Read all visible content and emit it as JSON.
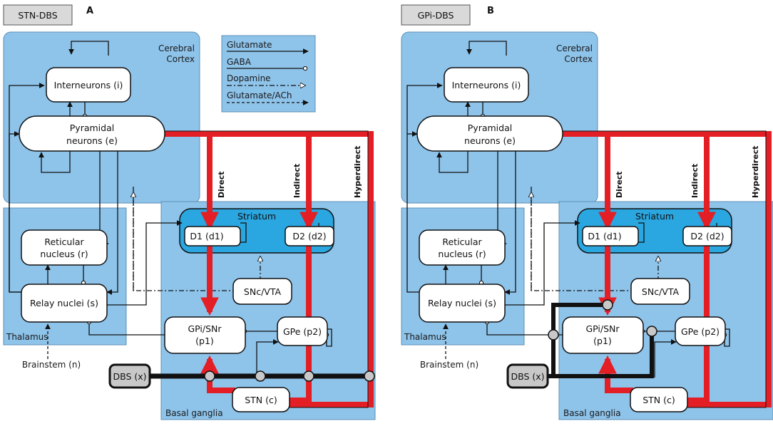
{
  "legend": {
    "glutamate": "Glutamate",
    "gaba": "GABA",
    "dopamine": "Dopamine",
    "glut_ach": "Glutamate/ACh"
  },
  "panels": [
    {
      "letter": "A",
      "title": "STN-DBS",
      "regions": {
        "cortex": [
          "Cerebral",
          "Cortex"
        ],
        "thalamus": "Thalamus",
        "basal_ganglia": "Basal ganglia",
        "striatum": "Striatum"
      },
      "nodes": {
        "interneurons": "Interneurons (i)",
        "pyramidal": [
          "Pyramidal",
          "neurons (e)"
        ],
        "reticular": [
          "Reticular",
          "nucleus (r)"
        ],
        "relay": "Relay nuclei (s)",
        "brainstem": "Brainstem (n)",
        "d1": "D1 (d1)",
        "d2": "D2 (d2)",
        "snc": "SNc/VTA",
        "gpi": [
          "GPi/SNr",
          "(p1)"
        ],
        "gpe": "GPe (p2)",
        "stn": "STN (c)",
        "dbs": "DBS (x)"
      },
      "pathways": {
        "direct": "Direct",
        "indirect": "Indirect",
        "hyperdirect": "Hyperdirect"
      }
    },
    {
      "letter": "B",
      "title": "GPi-DBS",
      "regions": {
        "cortex": [
          "Cerebral",
          "Cortex"
        ],
        "thalamus": "Thalamus",
        "basal_ganglia": "Basal ganglia",
        "striatum": "Striatum"
      },
      "nodes": {
        "interneurons": "Interneurons (i)",
        "pyramidal": [
          "Pyramidal",
          "neurons (e)"
        ],
        "reticular": [
          "Reticular",
          "nucleus (r)"
        ],
        "relay": "Relay nuclei (s)",
        "brainstem": "Brainstem (n)",
        "d1": "D1 (d1)",
        "d2": "D2 (d2)",
        "snc": "SNc/VTA",
        "gpi": [
          "GPi/SNr",
          "(p1)"
        ],
        "gpe": "GPe (p2)",
        "stn": "STN (c)",
        "dbs": "DBS (x)"
      },
      "pathways": {
        "direct": "Direct",
        "indirect": "Indirect",
        "hyperdirect": "Hyperdirect"
      }
    }
  ],
  "colors": {
    "region_blue": "#8ec3ea",
    "striatum_blue": "#2aa6e0",
    "pathway_red": "#e31e24",
    "dbs_gray": "#c8c8c8"
  }
}
